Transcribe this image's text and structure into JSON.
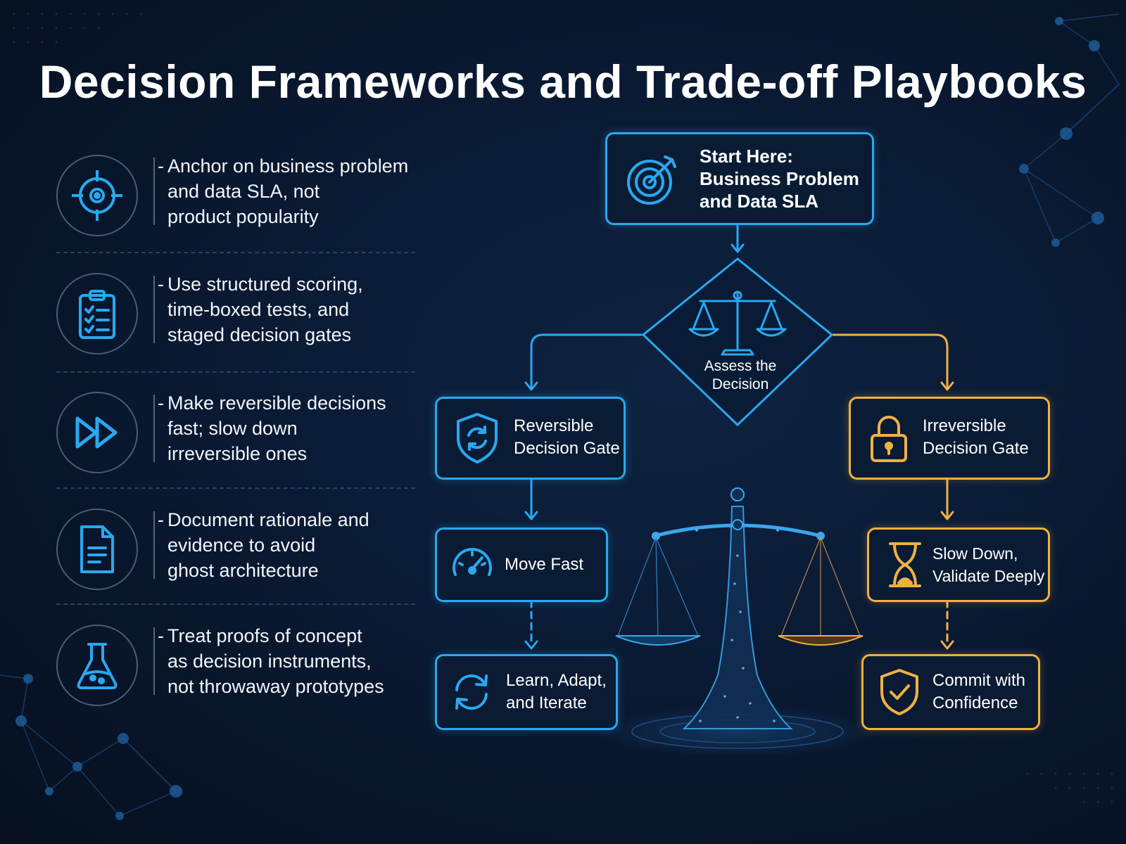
{
  "title": "Decision Frameworks and Trade-off Playbooks",
  "principles": [
    {
      "icon": "crosshair-target-icon",
      "line1": "Anchor on business problem",
      "line2": "and data SLA, not",
      "line3": "product popularity"
    },
    {
      "icon": "clipboard-checklist-icon",
      "line1": "Use structured scoring,",
      "line2": "time-boxed tests, and",
      "line3": "staged decision gates"
    },
    {
      "icon": "fast-forward-icon",
      "line1": "Make reversible decisions",
      "line2": "fast; slow down",
      "line3": "irreversible ones"
    },
    {
      "icon": "document-icon",
      "line1": "Document rationale and",
      "line2": "evidence to avoid",
      "line3": "ghost architecture"
    },
    {
      "icon": "flask-icon",
      "line1": "Treat proofs of concept",
      "line2": "as decision instruments,",
      "line3": "not throwaway prototypes"
    }
  ],
  "bullet": "-",
  "flow": {
    "start": {
      "icon": "target-arrow-icon",
      "line1": "Start Here:",
      "line2": "Business Problem",
      "line3": "and Data SLA"
    },
    "assess": {
      "icon": "balance-scale-icon",
      "line1": "Assess the",
      "line2": "Decision"
    },
    "reversible": {
      "icon": "shield-refresh-icon",
      "line1": "Reversible",
      "line2": "Decision Gate"
    },
    "move_fast": {
      "icon": "speedometer-icon",
      "label": "Move Fast"
    },
    "learn": {
      "icon": "cycle-arrows-icon",
      "line1": "Learn, Adapt,",
      "line2": "and Iterate"
    },
    "irreversible": {
      "icon": "padlock-icon",
      "line1": "Irreversible",
      "line2": "Decision Gate"
    },
    "slow_down": {
      "icon": "hourglass-icon",
      "line1": "Slow Down,",
      "line2": "Validate Deeply"
    },
    "commit": {
      "icon": "shield-check-icon",
      "line1": "Commit with",
      "line2": "Confidence"
    }
  },
  "colors": {
    "blue": "#2aa8f0",
    "gold": "#f0b143",
    "background": "#0a1a33"
  }
}
